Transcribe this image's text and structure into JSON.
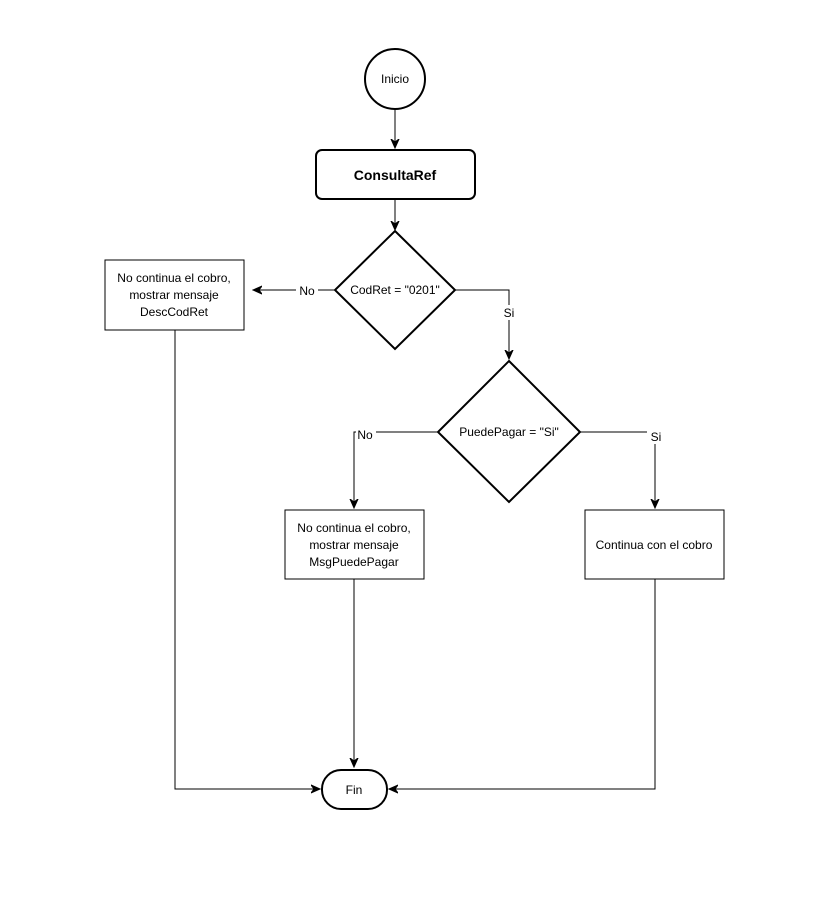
{
  "nodes": {
    "start": "Inicio",
    "consulta": "ConsultaRef",
    "decision1": "CodRet = \"0201\"",
    "no_cobro1": [
      "No continua el cobro,",
      "mostrar mensaje",
      "DescCodRet"
    ],
    "decision2": "PuedePagar = \"Si\"",
    "no_cobro2": [
      "No continua el cobro,",
      "mostrar mensaje",
      "MsgPuedePagar"
    ],
    "continua": "Continua con el cobro",
    "end": "Fin"
  },
  "edges": {
    "d1_no": "No",
    "d1_si": "Si",
    "d2_no": "No",
    "d2_si": "Si"
  }
}
